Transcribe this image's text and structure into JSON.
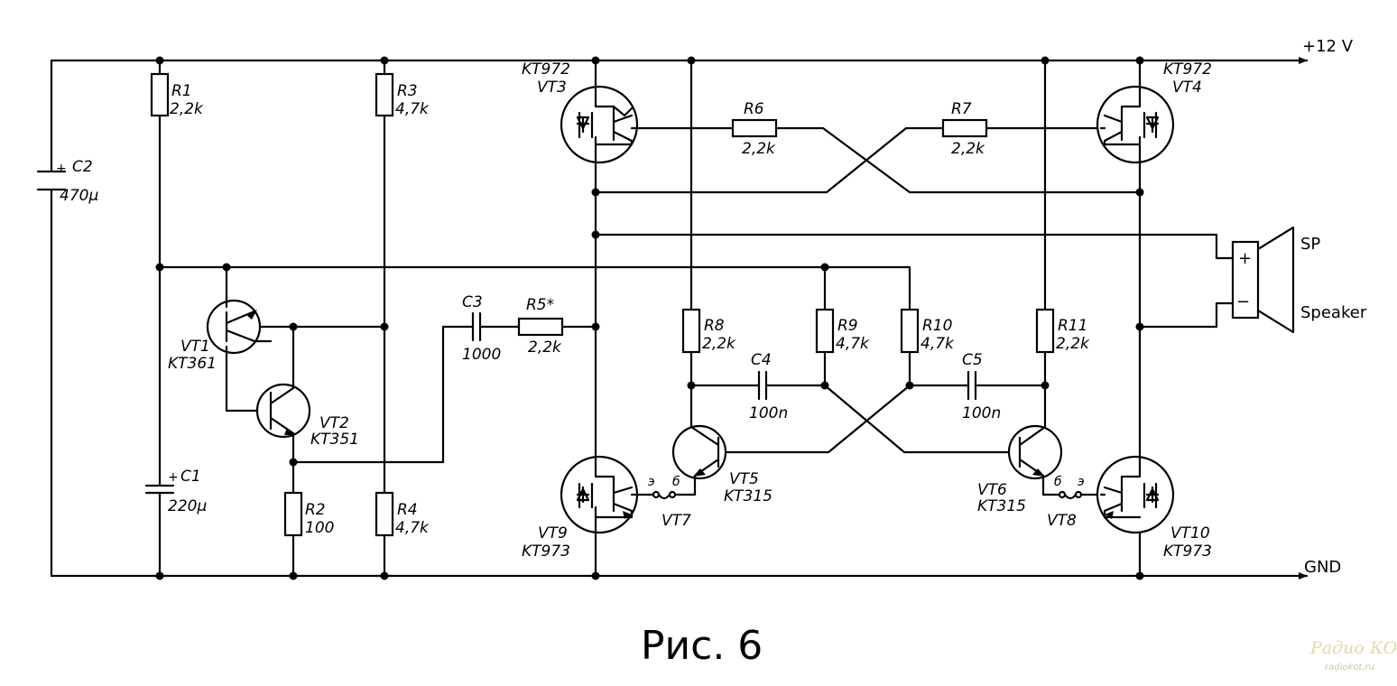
{
  "rails": {
    "vcc": "+12 V",
    "gnd": "GND"
  },
  "caption": "Рис. 6",
  "watermark": {
    "logo": "Радио КОТ",
    "site": "radiokot.ru"
  },
  "components": {
    "c2": {
      "ref": "C2",
      "value": "470µ"
    },
    "r1": {
      "ref": "R1",
      "value": "2,2k"
    },
    "r3": {
      "ref": "R3",
      "value": "4,7k"
    },
    "vt1": {
      "ref": "VT1",
      "type": "KT361"
    },
    "vt2": {
      "ref": "VT2",
      "type": "KT351"
    },
    "c1": {
      "ref": "C1",
      "value": "220µ"
    },
    "r2": {
      "ref": "R2",
      "value": "100"
    },
    "r4": {
      "ref": "R4",
      "value": "4,7k"
    },
    "c3": {
      "ref": "C3",
      "value": "1000"
    },
    "r5": {
      "ref": "R5*",
      "value": "2,2k"
    },
    "vt3": {
      "ref": "VT3",
      "type": "KT972"
    },
    "vt4": {
      "ref": "VT4",
      "type": "KT972"
    },
    "r6": {
      "ref": "R6",
      "value": "2,2k"
    },
    "r7": {
      "ref": "R7",
      "value": "2,2k"
    },
    "r8": {
      "ref": "R8",
      "value": "2,2k"
    },
    "r9": {
      "ref": "R9",
      "value": "4,7k"
    },
    "r10": {
      "ref": "R10",
      "value": "4,7k"
    },
    "r11": {
      "ref": "R11",
      "value": "2,2k"
    },
    "c4": {
      "ref": "C4",
      "value": "100n"
    },
    "c5": {
      "ref": "C5",
      "value": "100n"
    },
    "vt5": {
      "ref": "VT5",
      "type": "KT315"
    },
    "vt6": {
      "ref": "VT6",
      "type": "KT315"
    },
    "vt7": {
      "ref": "VT7",
      "pin_e": "э",
      "pin_b": "б"
    },
    "vt8": {
      "ref": "VT8",
      "pin_b": "б",
      "pin_e": "э"
    },
    "vt9": {
      "ref": "VT9",
      "type": "KT973"
    },
    "vt10": {
      "ref": "VT10",
      "type": "KT973"
    },
    "speaker": {
      "ref": "SP",
      "name": "Speaker",
      "plus": "+",
      "minus": "−"
    },
    "polarity_mark": "+"
  }
}
